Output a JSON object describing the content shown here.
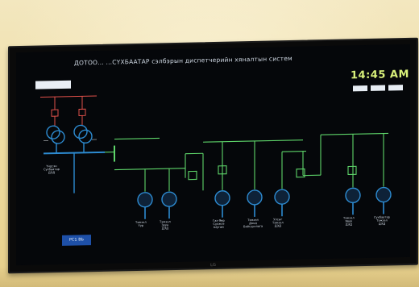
{
  "scene": {
    "wall_color": "#eedb9f",
    "tv_color": "#0a0a0a",
    "brand": "LG"
  },
  "screen": {
    "title": "ДОТОО... ...СҮХБААТАР сэлбэрын диспетчерийн хяналтын систем",
    "clock": "14:45 AM",
    "rs_label": "РС1 ВЬ",
    "colors": {
      "busbar": "#5ed56a",
      "transformer": "#2d8bd1",
      "incoming": "#e0504a",
      "text": "#d4dde8",
      "clock": "#d8f07a"
    },
    "labels": {
      "main_sub": "Үндсэн\nСүхбаатар\nДЭД",
      "f1": "Тэжээл\nҮүр",
      "f2": "Тэжээл\nЗүүн\nДЭД",
      "f3": "Газ Өөр\nСүлжээ\nШугам",
      "f4": "Тэжээл\nДоод\nБайгууллага",
      "f5": "Улсыг\nТэжээл\nДЭД",
      "f6": "Тэжээл\nЯвах\nДЭД",
      "f7": "Сүхбаатар\nТэжээл\nДЭД"
    }
  }
}
